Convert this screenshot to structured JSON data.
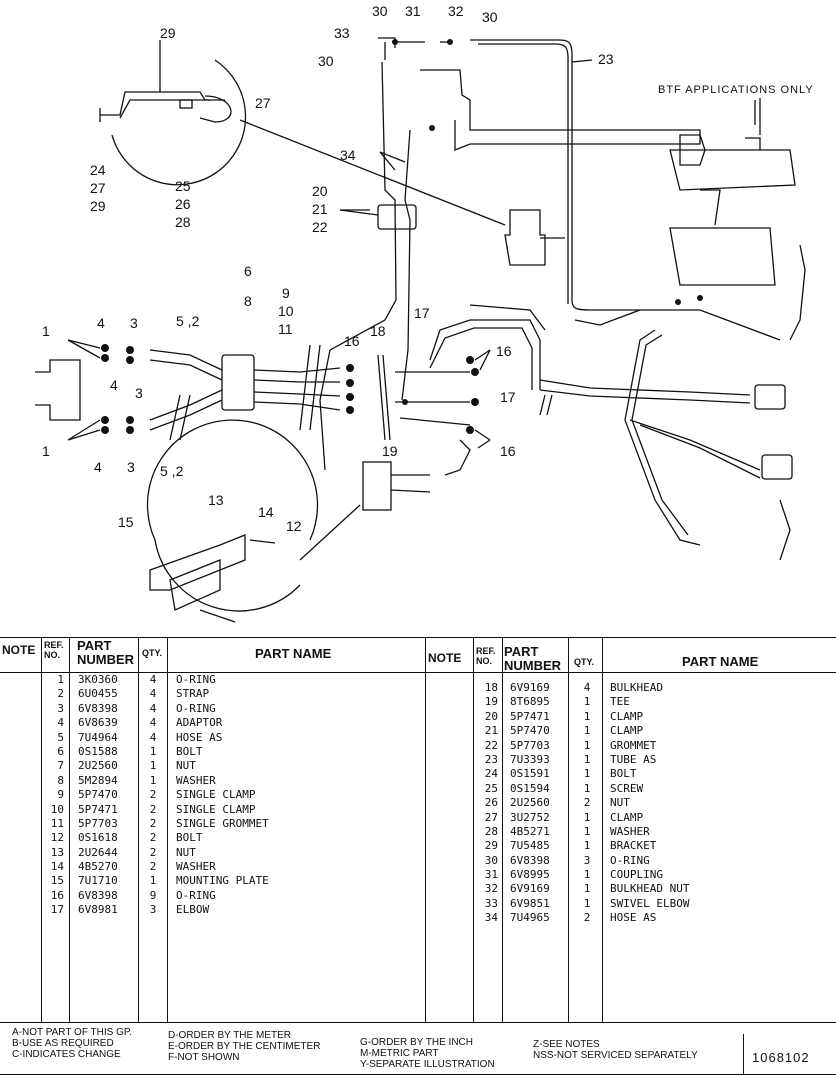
{
  "diagram": {
    "labels": {
      "l30a": "30",
      "l31": "31",
      "l32": "32",
      "l30b": "30",
      "l33": "33",
      "l30c": "30",
      "l23": "23",
      "l29t": "29",
      "l27r": "27",
      "l24": "24",
      "l27l": "27",
      "l29l": "29",
      "l25": "25",
      "l26": "26",
      "l28": "28",
      "l34": "34",
      "l20": "20",
      "l21": "21",
      "l22": "22",
      "l6": "6",
      "l8": "8",
      "l9": "9",
      "l10": "10",
      "l11": "11",
      "l1a": "1",
      "l4a": "4",
      "l3a": "3",
      "l52a": "5 ,2",
      "l4b": "4",
      "l3b": "3",
      "l1b": "1",
      "l4c": "4",
      "l3c": "3",
      "l52b": "5 ,2",
      "l16a": "16",
      "l18": "18",
      "l17a": "17",
      "l16b": "16",
      "l17b": "17",
      "l19": "19",
      "l16c": "16",
      "l13": "13",
      "l14": "14",
      "l12": "12",
      "l15": "15"
    },
    "btf_note": "BTF APPLICATIONS ONLY"
  },
  "table": {
    "headers": {
      "note": "NOTE",
      "ref_no": "REF. NO.",
      "part_number": "PART NUMBER",
      "qty": "QTY.",
      "part_name": "PART NAME"
    },
    "left": {
      "refs": [
        "1",
        "2",
        "3",
        "4",
        "5",
        "6",
        "7",
        "8",
        "9",
        "10",
        "11",
        "12",
        "13",
        "14",
        "15",
        "16",
        "17"
      ],
      "parts": [
        "3K0360",
        "6U0455",
        "6V8398",
        "6V8639",
        "7U4964",
        "0S1588",
        "2U2560",
        "5M2894",
        "5P7470",
        "5P7471",
        "5P7703",
        "0S1618",
        "2U2644",
        "4B5270",
        "7U1710",
        "6V8398",
        "6V8981"
      ],
      "qtys": [
        "4",
        "4",
        "4",
        "4",
        "4",
        "1",
        "1",
        "1",
        "2",
        "2",
        "2",
        "2",
        "2",
        "2",
        "1",
        "9",
        "3"
      ],
      "names": [
        "O-RING",
        "STRAP",
        "O-RING",
        "ADAPTOR",
        "HOSE AS",
        "BOLT",
        "NUT",
        "WASHER",
        "SINGLE CLAMP",
        "SINGLE CLAMP",
        "SINGLE GROMMET",
        "BOLT",
        "NUT",
        "WASHER",
        "MOUNTING PLATE",
        "O-RING",
        "ELBOW"
      ]
    },
    "right": {
      "refs": [
        "18",
        "19",
        "20",
        "21",
        "22",
        "23",
        "24",
        "25",
        "26",
        "27",
        "28",
        "29",
        "30",
        "31",
        "32",
        "33",
        "34"
      ],
      "parts": [
        "6V9169",
        "8T6895",
        "5P7471",
        "5P7470",
        "5P7703",
        "7U3393",
        "0S1591",
        "0S1594",
        "2U2560",
        "3U2752",
        "4B5271",
        "7U5485",
        "6V8398",
        "6V8995",
        "6V9169",
        "6V9851",
        "7U4965"
      ],
      "qtys": [
        "4",
        "1",
        "1",
        "1",
        "1",
        "1",
        "1",
        "1",
        "2",
        "1",
        "1",
        "1",
        "3",
        "1",
        "1",
        "1",
        "2"
      ],
      "names": [
        "BULKHEAD",
        "TEE",
        "CLAMP",
        "CLAMP",
        "GROMMET",
        "TUBE AS",
        "BOLT",
        "SCREW",
        "NUT",
        "CLAMP",
        "WASHER",
        "BRACKET",
        "O-RING",
        "COUPLING",
        "BULKHEAD NUT",
        "SWIVEL ELBOW",
        "HOSE AS"
      ]
    }
  },
  "legend": {
    "col1": [
      "A-NOT PART OF THIS GP.",
      "B-USE AS REQUIRED",
      "C-INDICATES CHANGE"
    ],
    "col2": [
      "D-ORDER BY THE METER",
      "E-ORDER BY THE CENTIMETER",
      "F-NOT SHOWN"
    ],
    "col3": [
      "G-ORDER BY THE INCH",
      "M-METRIC PART",
      "Y-SEPARATE ILLUSTRATION"
    ],
    "col4": [
      "Z-SEE NOTES",
      "NSS-NOT SERVICED SEPARATELY"
    ]
  },
  "doc_number": "1068102"
}
